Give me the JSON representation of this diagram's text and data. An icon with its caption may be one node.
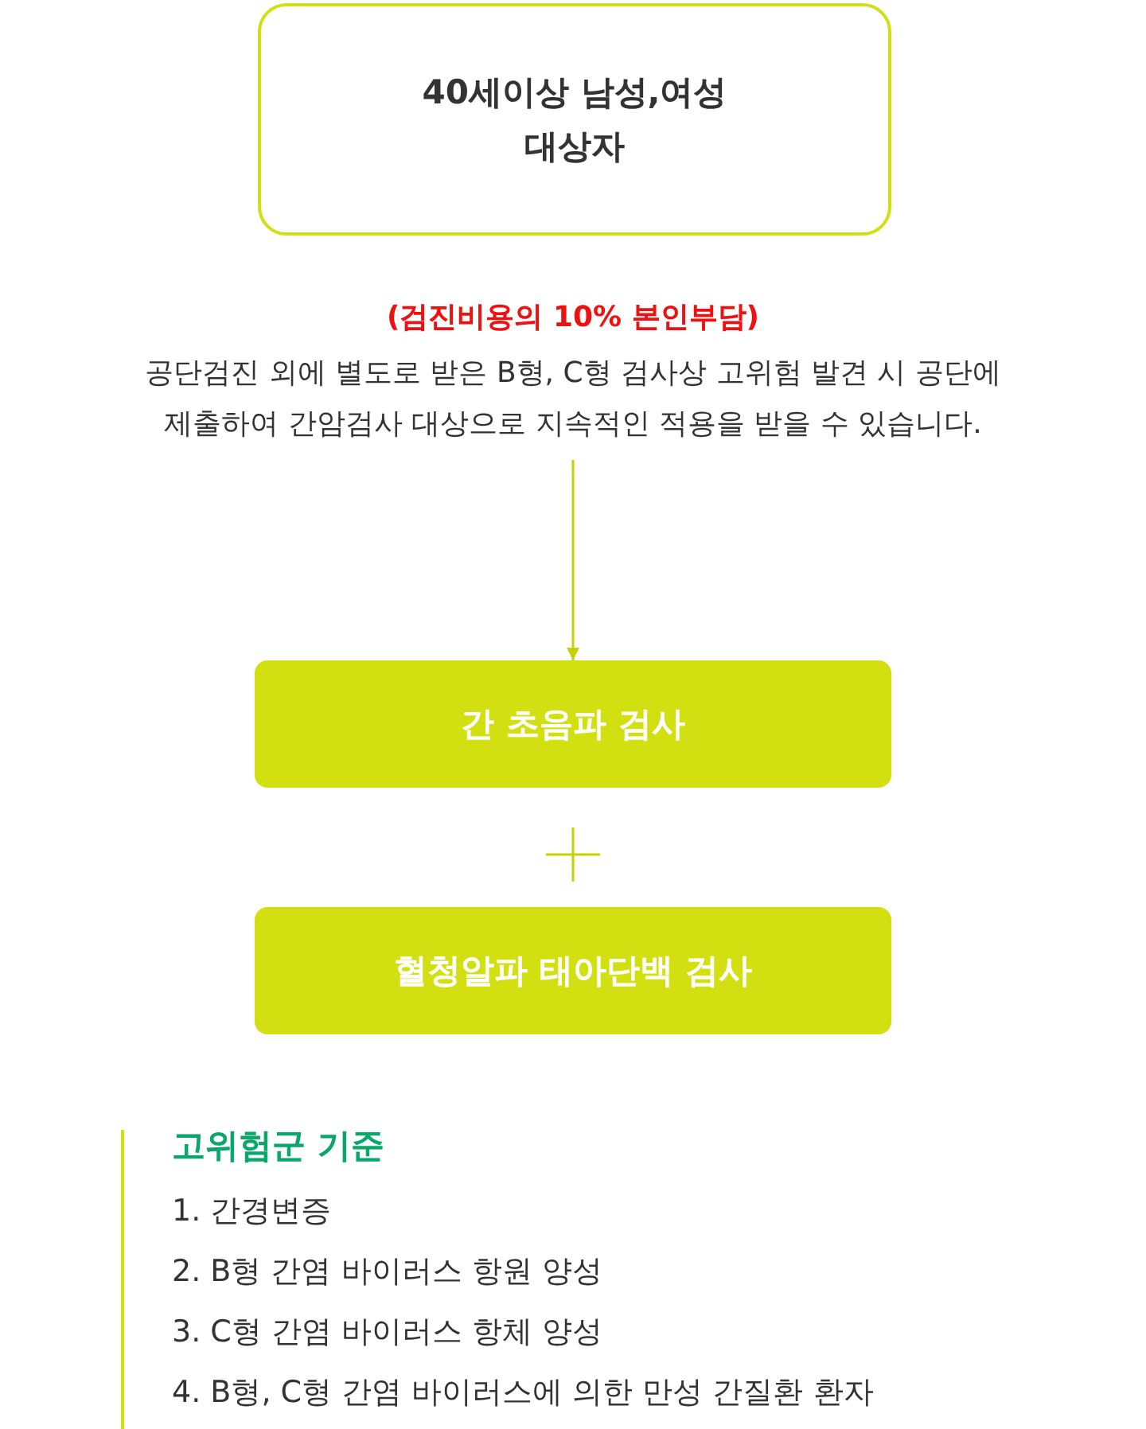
{
  "diagram": {
    "nodes": [
      {
        "text": [
          "40세이상 남성,여성 대상자"
        ]
      },
      {
        "text": [
          "(검진비용의 10% 본인부담)",
          "공단검진 외에 별도로 받은 B형, C형 검사상 고위험 발견 시 공단에 제출하여 간암검사 대상으로 지속적인 적용을 받을 수 있습니다."
        ]
      },
      {
        "text": [
          "간 초음파 검사"
        ]
      },
      {
        "text": [
          "혈청알파 태아단백 검사"
        ]
      }
    ],
    "edges": [
      {
        "from": 1,
        "to": 2,
        "arrow": "to"
      }
    ],
    "labels": [
      "고위험군 기준",
      "1. 간경변증",
      "2. B형 간염 바이러스 항원 양성",
      "3. C형 간염 바이러스 항체 양성",
      "4. B형, C형 간염 바이러스에 의한 만성 간질환 환자"
    ]
  }
}
